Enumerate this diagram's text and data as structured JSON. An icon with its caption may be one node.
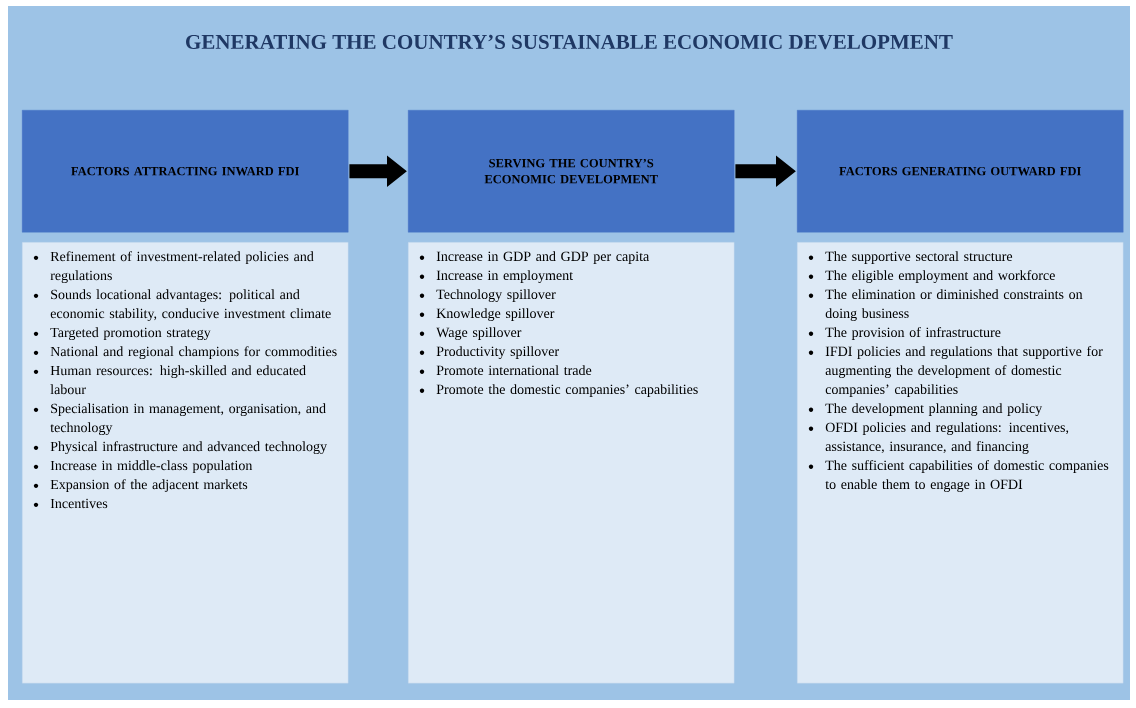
{
  "diagram": {
    "title": "GENERATING THE COUNTRY’S SUSTAINABLE ECONOMIC DEVELOPMENT",
    "nodes": [
      {
        "text": [
          "FACTORS ATTRACTING INWARD FDI"
        ]
      },
      {
        "text": [
          "SERVING THE COUNTRY’S ECONOMIC DEVELOPMENT"
        ]
      },
      {
        "text": [
          "FACTORS GENERATING OUTWARD FDI"
        ]
      },
      {
        "text": [
          "Refinement of investment-related policies and regulations",
          "Sounds locational advantages: political and economic stability, conducive investment climate",
          "Targeted promotion strategy",
          "National and regional champions for commodities",
          "Human resources: high-skilled and educated labour",
          "Specialisation in management, organisation, and technology",
          "Physical infrastructure and advanced technology",
          "Increase in middle-class population",
          "Expansion of the adjacent markets",
          "Incentives"
        ]
      },
      {
        "text": [
          "Increase in GDP and GDP per capita",
          "Increase in employment",
          "Technology spillover",
          "Knowledge spillover",
          "Wage spillover",
          "Productivity spillover",
          "Promote international trade",
          "Promote the domestic companies’ capabilities"
        ]
      },
      {
        "text": [
          "The supportive sectoral structure",
          "The eligible employment and workforce",
          "The elimination or diminished constraints on doing business",
          "The provision of infrastructure",
          "IFDI policies and regulations that supportive for augmenting the development of domestic companies’ capabilities",
          "The development planning and policy",
          "OFDI policies and regulations: incentives, assistance, insurance, and financing",
          "The sufficient capabilities of domestic companies to enable them to engage in OFDI"
        ]
      }
    ],
    "edges": [
      {
        "from": 0,
        "to": 1,
        "arrow": "to"
      },
      {
        "from": 1,
        "to": 2,
        "arrow": "to"
      }
    ]
  }
}
